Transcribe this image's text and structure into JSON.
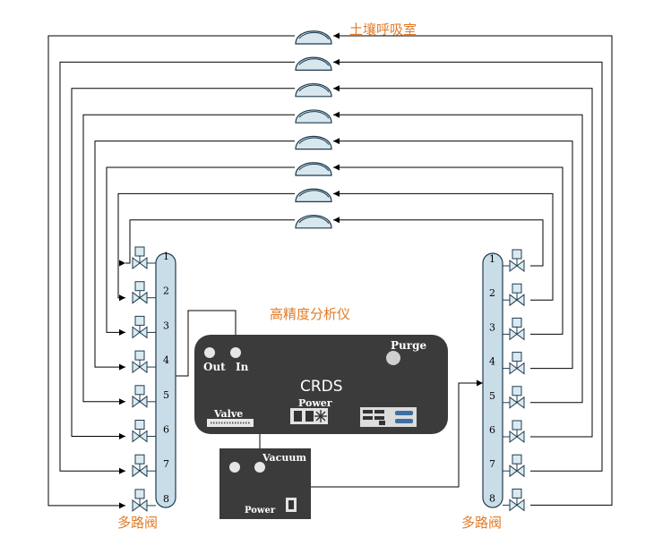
{
  "labels": {
    "chamber_title": "土壤呼吸室",
    "analyzer_title": "高精度分析仪",
    "left_manifold_title": "多路阀",
    "right_manifold_title": "多路阀"
  },
  "analyzer": {
    "out_label": "Out",
    "in_label": "In",
    "purge_label": "Purge",
    "brand_label": "CRDS",
    "power_label": "Power",
    "valve_label": "Valve"
  },
  "pump": {
    "vacuum_label": "Vacuum",
    "power_label": "Power"
  },
  "manifold_ports": [
    "1",
    "2",
    "3",
    "4",
    "5",
    "6",
    "7",
    "8"
  ],
  "colors": {
    "line": "#000000",
    "manifold_fill": "#c9dde8",
    "device_fill": "#3b3b3b",
    "accent_orange": "#e07b28",
    "chamber_fill": "#d7e7ee"
  }
}
